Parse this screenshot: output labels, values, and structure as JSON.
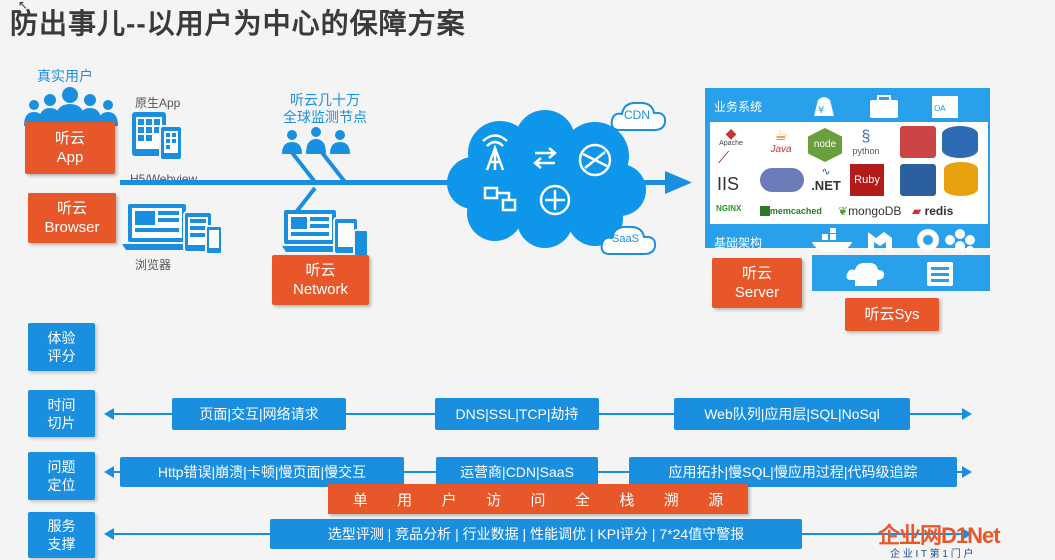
{
  "title": "防出事儿--以用户为中心的保障方案",
  "left": {
    "real_users": "真实用户",
    "app_box": [
      "听云",
      "App"
    ],
    "browser_box": [
      "听云",
      "Browser"
    ],
    "native_app": "原生App",
    "h5_webview": "H5/Webview",
    "browser_label": "浏览器"
  },
  "network": {
    "caption_line1": "听云几十万",
    "caption_line2": "全球监测节点",
    "box": [
      "听云",
      "Network"
    ]
  },
  "cloud": {
    "cdn": "CDN",
    "saas": "SaaS"
  },
  "server": {
    "business_label": "业务系统",
    "infra_label": "基础架构",
    "server_box": [
      "听云",
      "Server"
    ],
    "sys_box": "听云Sys",
    "tech_labels": [
      "Apache",
      "Java",
      "node",
      "python",
      "IIS",
      ".NET",
      "Ruby",
      "NGINX",
      "memcached",
      "mongoDB",
      "redis"
    ]
  },
  "rows": [
    {
      "label": [
        "体验",
        "评分"
      ]
    },
    {
      "label": [
        "时间",
        "切片"
      ],
      "pills": [
        "页面|交互|网络请求",
        "DNS|SSL|TCP|劫持",
        "Web队列|应用层|SQL|NoSql"
      ]
    },
    {
      "label": [
        "问题",
        "定位"
      ],
      "pills": [
        "Http错误|崩溃|卡顿|慢页面|慢交互",
        "运营商|CDN|SaaS",
        "应用拓扑|慢SQL|慢应用过程|代码级追踪"
      ],
      "bar": [
        "单",
        "用",
        "户",
        "访",
        "问",
        "全",
        "栈",
        "溯",
        "源"
      ]
    },
    {
      "label": [
        "服务",
        "支撑"
      ],
      "pills": [
        "选型评测 | 竞品分析 | 行业数据 | 性能调优 | KPI评分 | 7*24值守警报"
      ]
    }
  ],
  "watermark": {
    "brand": "企业网D1Net",
    "tagline": "企 业 I T 第 1 门 户"
  },
  "colors": {
    "accent_blue": "#1a8fe0",
    "accent_orange": "#e8572a",
    "cloud": "#0d96ea",
    "server_panel": "#29a0ec"
  }
}
